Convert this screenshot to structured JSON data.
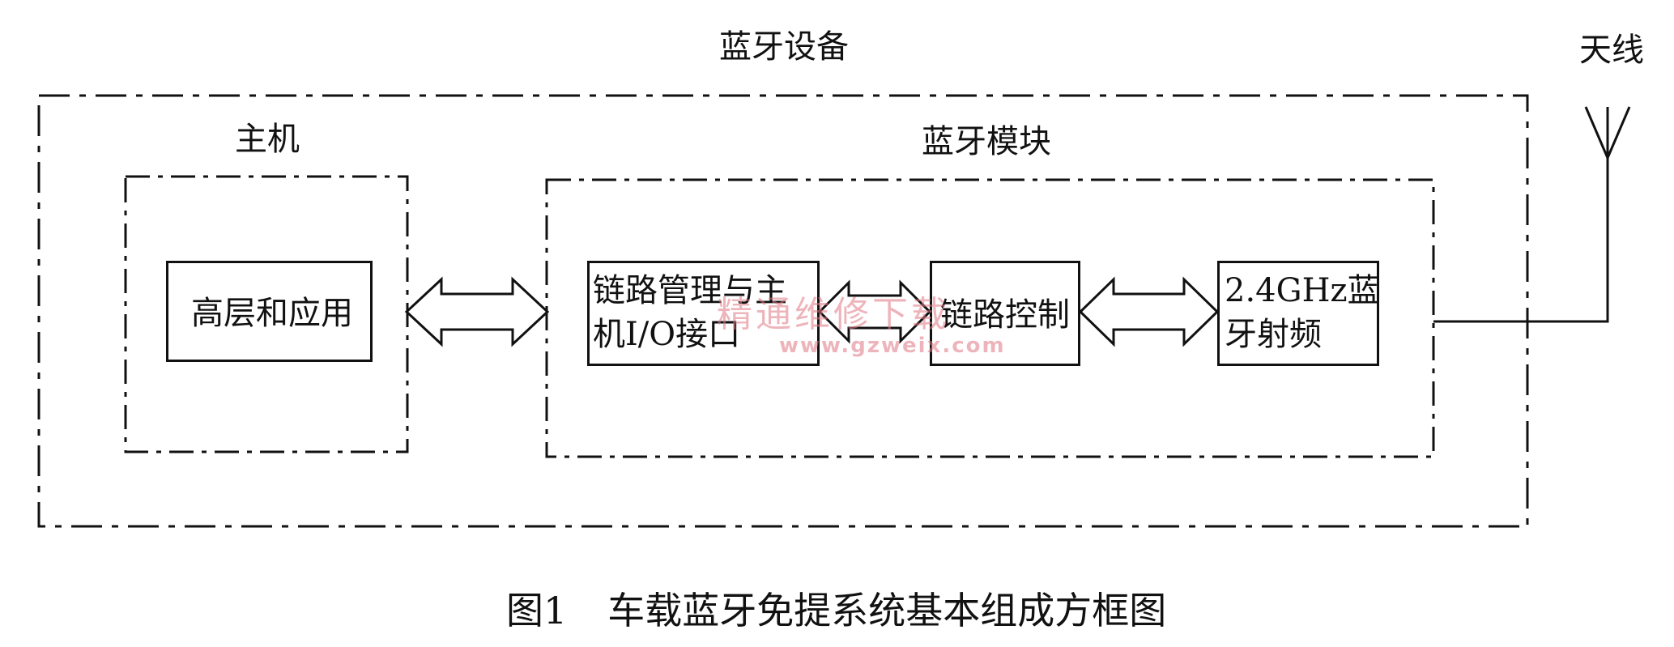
{
  "diagram": {
    "device_label": "蓝牙设备",
    "antenna_label": "天线",
    "host": {
      "label": "主机",
      "app_block": "高层和应用"
    },
    "module": {
      "label": "蓝牙模块",
      "link_manager_line1": "链路管理与主",
      "link_manager_line2": "机I/O接口",
      "link_control": "链路控制",
      "radio_line1": "2.4GHz蓝",
      "radio_line2": "牙射频"
    },
    "watermark": {
      "text": "精通维修下载",
      "url": "www.gzweix.com"
    },
    "caption": {
      "number": "图1",
      "title": "车载蓝牙免提系统基本组成方框图"
    },
    "colors": {
      "line": "#111111",
      "watermark": "#e07a84"
    }
  }
}
